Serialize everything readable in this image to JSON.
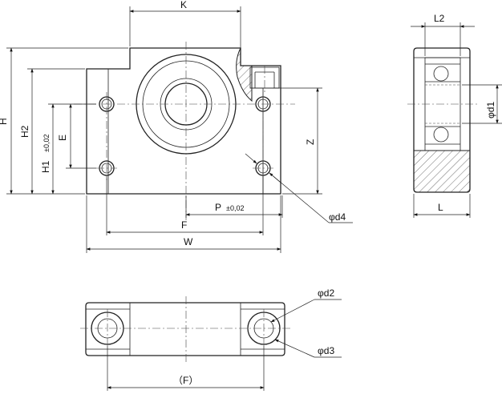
{
  "labels": {
    "K": "K",
    "L2": "L2",
    "H": "H",
    "H2": "H2",
    "H1": "H1",
    "H1_tol": "±0,02",
    "E": "E",
    "Z": "Z",
    "phi_d1": "φd1",
    "P": "P",
    "P_tol": "±0,02",
    "phi_d4": "φd4",
    "F": "F",
    "W": "W",
    "L": "L",
    "phi_d2": "φd2",
    "phi_d3": "φd3",
    "F_ref": "（F）"
  }
}
